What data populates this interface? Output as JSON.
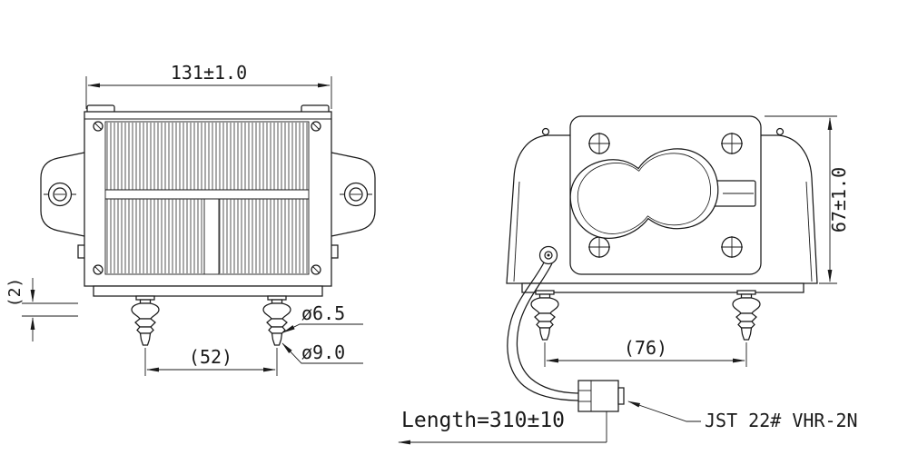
{
  "drawing": {
    "dims": {
      "front_width": "131±1.0",
      "front_step": "(2)",
      "front_foot_spacing": "(52)",
      "dia_small": "ø6.5",
      "dia_large": "ø9.0",
      "side_height": "67±1.0",
      "side_foot_spacing": "(76)",
      "lead_length": "Length=310±10",
      "connector_label": "JST 22# VHR-2N"
    },
    "colors": {
      "line": "#1a1a1a",
      "background": "#ffffff"
    }
  }
}
